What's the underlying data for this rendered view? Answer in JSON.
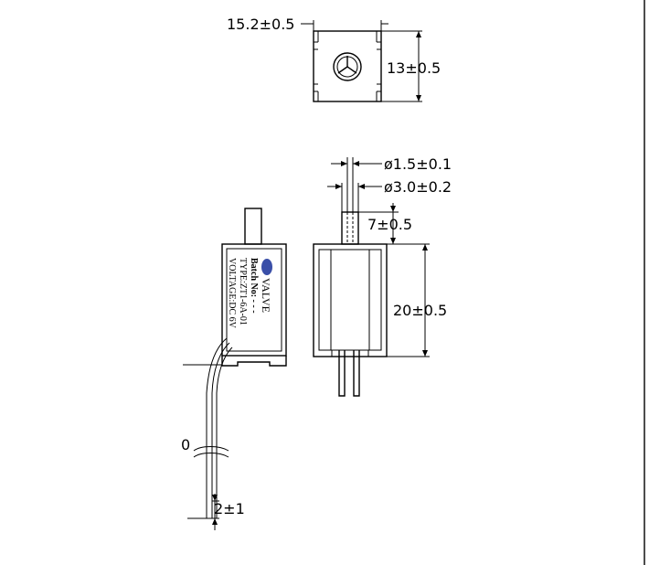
{
  "dimensions": {
    "top_width": "15.2±0.5",
    "top_height": "13±0.5",
    "diameter_small": "ø1.5±0.1",
    "diameter_large": "ø3.0±0.2",
    "stem_length": "7±0.5",
    "body_height": "20±0.5",
    "wire_break": "0",
    "wire_end": "2±1"
  },
  "label": {
    "brand": "VALVE",
    "batch": "Batch No: - - -",
    "type": "TYPE:ZT1-6A-01",
    "voltage": "VOLTAGE:DC  6V"
  },
  "colors": {
    "logo_fill": "#3a4fa8"
  }
}
